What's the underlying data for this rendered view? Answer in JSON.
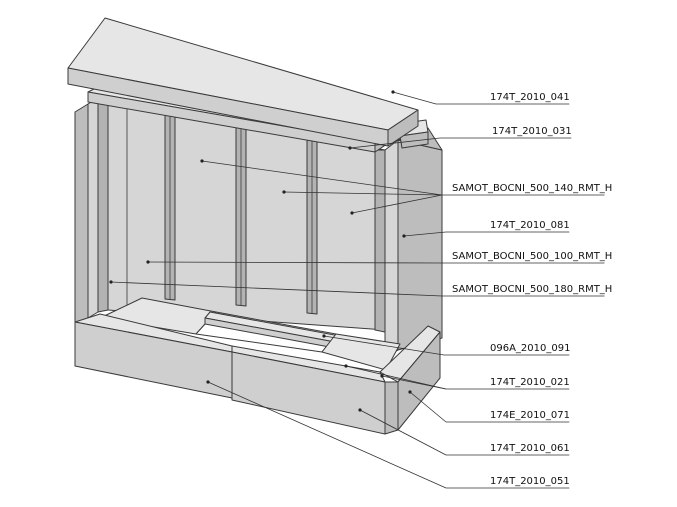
{
  "labels": [
    {
      "id": "l041",
      "text": "174T_2010_041"
    },
    {
      "id": "l031",
      "text": "174T_2010_031"
    },
    {
      "id": "l140",
      "text": "SAMOT_BOCNI_500_140_RMT_H"
    },
    {
      "id": "l081",
      "text": "174T_2010_081"
    },
    {
      "id": "l100",
      "text": "SAMOT_BOCNI_500_100_RMT_H"
    },
    {
      "id": "l180",
      "text": "SAMOT_BOCNI_500_180_RMT_H"
    },
    {
      "id": "l091",
      "text": "096A_2010_091"
    },
    {
      "id": "l021",
      "text": "174T_2010_021"
    },
    {
      "id": "l071",
      "text": "174E_2010_071"
    },
    {
      "id": "l061",
      "text": "174T_2010_061"
    },
    {
      "id": "l051",
      "text": "174T_2010_051"
    }
  ]
}
